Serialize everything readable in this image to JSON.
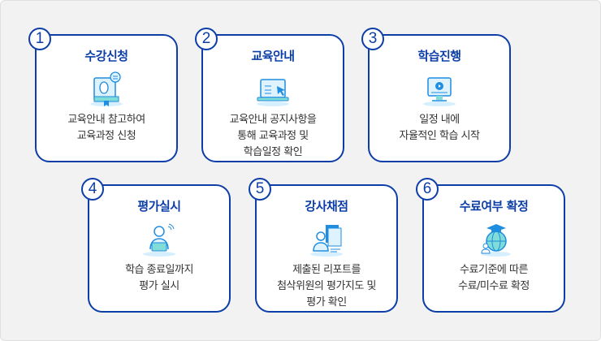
{
  "steps": [
    {
      "number": "1",
      "title": "수강신청",
      "lines": [
        "교육안내 참고하여",
        "교육과정 신청"
      ],
      "icon": "book-mouse-icon"
    },
    {
      "number": "2",
      "title": "교육안내",
      "lines": [
        "교육안내 공지사항을",
        "통해 교육과정 및",
        "학습일정 확인"
      ],
      "icon": "laptop-cursor-icon"
    },
    {
      "number": "3",
      "title": "학습진행",
      "lines": [
        "일정 내에",
        "자율적인 학습 시작"
      ],
      "icon": "monitor-play-icon"
    },
    {
      "number": "4",
      "title": "평가실시",
      "lines": [
        "학습 종료일까지",
        "평가 실시"
      ],
      "icon": "person-laptop-icon"
    },
    {
      "number": "5",
      "title": "강사채점",
      "lines": [
        "제출된 리포트를",
        "첨삭위원의 평가지도 및",
        "평가 확인"
      ],
      "icon": "grader-documents-icon"
    },
    {
      "number": "6",
      "title": "수료여부 확정",
      "lines": [
        "수료기준에 따른",
        "수료/미수료 확정"
      ],
      "icon": "globe-graduation-icon"
    }
  ],
  "colors": {
    "accent": "#0d3ea8",
    "icon": "#1f8de0",
    "icon_fill": "#7fdcd8"
  }
}
